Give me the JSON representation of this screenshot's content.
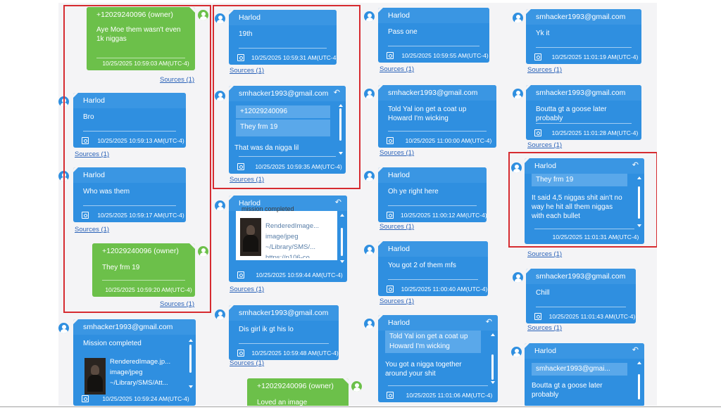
{
  "messages": {
    "m1": {
      "sender": "+12029240096 (owner)",
      "text": "Aye Moe them wasn't even 1k niggas",
      "time": "10/25/2025 10:59:03 AM(UTC-4)",
      "sources": "Sources (1)"
    },
    "m2": {
      "sender": "Harlod",
      "text": "Bro",
      "time": "10/25/2025 10:59:13 AM(UTC-4)",
      "sources": "Sources (1)"
    },
    "m3": {
      "sender": "Harlod",
      "text": "Who was them",
      "time": "10/25/2025 10:59:17 AM(UTC-4)",
      "sources": "Sources (1)"
    },
    "m4": {
      "sender": "+12029240096 (owner)",
      "text": "They frm 19",
      "time": "10/25/2025 10:59:20 AM(UTC-4)",
      "sources": "Sources (1)"
    },
    "m5": {
      "sender": "smhacker1993@gmail.com",
      "text": "Mission completed",
      "attachment": [
        "RenderedImage.jp...",
        "image/jpeg",
        "~/Library/SMS/Att..."
      ],
      "time": "10/25/2025 10:59:24 AM(UTC-4)"
    },
    "m6": {
      "sender": "Harlod",
      "text": "19th",
      "time": "10/25/2025 10:59:31 AM(UTC-4)",
      "sources": "Sources (1)"
    },
    "m7": {
      "sender": "smhacker1993@gmail.com",
      "quote_sender": "+12029240096",
      "quote_text": "They frm 19",
      "text": "That was da nigga lil",
      "time": "10/25/2025 10:59:35 AM(UTC-4)",
      "sources": "Sources (1)"
    },
    "m8": {
      "sender": "Harlod",
      "text": "mission completed",
      "attachment": [
        "RenderedImage...",
        "image/jpeg",
        "~/Library/SMS/...",
        "https://p106-co..."
      ],
      "time": "10/25/2025 10:59:44 AM(UTC-4)",
      "sources": "Sources (1)"
    },
    "m9": {
      "sender": "smhacker1993@gmail.com",
      "text": "Dis girl ik gt his lo",
      "time": "10/25/2025 10:59:48 AM(UTC-4)",
      "sources": "Sources (1)"
    },
    "m10": {
      "sender": "+12029240096 (owner)",
      "text": "Loved an image"
    },
    "m11": {
      "sender": "Harlod",
      "text": "Pass one",
      "time": "10/25/2025 10:59:55 AM(UTC-4)",
      "sources": "Sources (1)"
    },
    "m12": {
      "sender": "smhacker1993@gmail.com",
      "text": "Told Yal ion get a coat up Howard I'm wicking",
      "time": "10/25/2025 11:00:00 AM(UTC-4)",
      "sources": "Sources (1)"
    },
    "m13": {
      "sender": "Harlod",
      "text": "Oh ye right here",
      "time": "10/25/2025 11:00:12 AM(UTC-4)",
      "sources": "Sources (1)"
    },
    "m14": {
      "sender": "Harlod",
      "text": "You got 2 of them mfs",
      "time": "10/25/2025 11:00:40 AM(UTC-4)",
      "sources": "Sources (1)"
    },
    "m15": {
      "sender": "Harlod",
      "quote_text": "Told Yal ion get a coat up Howard I'm wicking",
      "text": "You got a nigga together around your shit",
      "time": "10/25/2025 11:01:06 AM(UTC-4)"
    },
    "m16": {
      "sender": "smhacker1993@gmail.com",
      "text": "Yk it",
      "time": "10/25/2025 11:01:19 AM(UTC-4)",
      "sources": "Sources (1)"
    },
    "m17": {
      "sender": "smhacker1993@gmail.com",
      "text": "Boutta gt a goose later probably",
      "time": "10/25/2025 11:01:28 AM(UTC-4)",
      "sources": "Sources (1)"
    },
    "m18": {
      "sender": "Harlod",
      "quote_text": "They frm 19",
      "text": "It said 4,5 niggas shit ain't no way he hit all them niggas with each bullet",
      "time": "10/25/2025 11:01:31 AM(UTC-4)",
      "sources": "Sources (1)"
    },
    "m19": {
      "sender": "smhacker1993@gmail.com",
      "text": "Chill",
      "time": "10/25/2025 11:01:43 AM(UTC-4)",
      "sources": "Sources (1)"
    },
    "m20": {
      "sender": "Harlod",
      "quote_sender": "smhacker1993@gmai...",
      "text": "Boutta gt a goose later probably"
    }
  },
  "icons": {
    "avatar": "person-avatar-icon",
    "footer": "calendar-icon",
    "reply": "reply-arrow-icon"
  },
  "colors": {
    "bubble_blue": "#2f8fe0",
    "bubble_green": "#6cc04a",
    "highlight": "#d62b30",
    "link": "#2a62b8"
  }
}
